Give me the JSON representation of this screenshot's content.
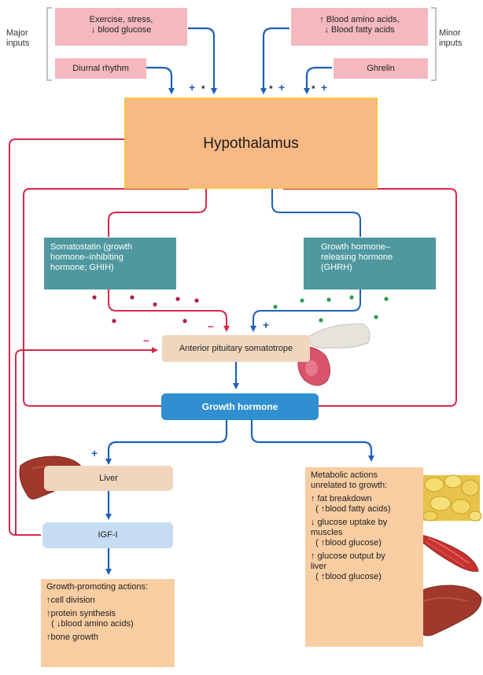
{
  "inputs": {
    "major_label": "Major\ninputs",
    "minor_label": "Minor\ninputs",
    "exercise": "Exercise, stress,\n↓ blood glucose",
    "diurnal": "Diurnal rhythm",
    "amino": "↑ Blood amino acids,\n↓ Blood fatty acids",
    "ghrelin": "Ghrelin"
  },
  "hypothalamus": "Hypothalamus",
  "ghih": "Somatostatin (growth\nhormone–inhibiting\nhormone; GHIH)",
  "ghrh": "Growth hormone–\nreleasing hormone\n(GHRH)",
  "pituitary": "Anterior pituitary somatotrope",
  "growth_hormone": "Growth hormone",
  "liver": "Liver",
  "igf": "IGF-I",
  "growth_actions": {
    "heading": "Growth-promoting actions:",
    "items": [
      "↑cell division",
      "↑protein synthesis\n  ( ↓blood amino acids)",
      "↑bone growth"
    ]
  },
  "metabolic_actions": {
    "heading": "Metabolic actions\nunrelated to growth:",
    "items": [
      "↑ fat breakdown\n  ( ↑blood fatty acids)",
      "↓ glucose uptake by\nmuscles\n  ( ↑blood glucose)",
      "↑ glucose output by\nliver\n  ( ↑blood glucose)"
    ]
  },
  "signs": {
    "plus": "+",
    "minus": "–",
    "star": "*"
  },
  "colors": {
    "stimulatory": "#1f5fb8",
    "inhibitory": "#d8284b",
    "input_box": "#f4b8bf",
    "hypothalamus": "#f9b985",
    "hormone_box": "#4f98a0",
    "growth_hormone_box": "#2f8fd0",
    "igf_box": "#c6dcf2",
    "action_panel": "#f8cda2"
  },
  "icons": [
    "liver-icon",
    "pituitary-gland-icon",
    "fat-cells-icon",
    "muscle-icon"
  ]
}
